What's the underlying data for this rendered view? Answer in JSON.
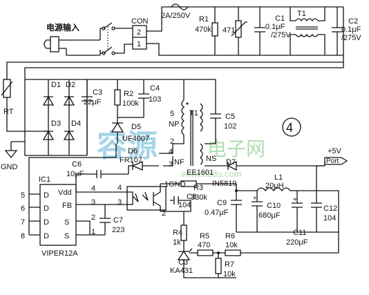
{
  "watermark": {
    "cn_big": "容源",
    "cn_net": "电子网",
    "url": "www.dzdu.com"
  },
  "labels": {
    "mains_input": "电源输入",
    "con": "CON",
    "con_pin2": "2",
    "con_pin1": "1",
    "fuse_rating": "2A/250V",
    "r1": "R1",
    "r1_value": "470k",
    "varistor": "471",
    "c1": "C1",
    "c1_value": "0.1μF",
    "c1_rating": "/275V",
    "t1_top": "T1",
    "c2": "C2",
    "c2_value": "0.1μF",
    "c2_rating": "/275V",
    "rt": "RT",
    "d1": "D1",
    "d2": "D2",
    "d3": "D3",
    "d4": "D4",
    "c3": "C3",
    "c3_value": "22μF",
    "gnd": "GND",
    "r2": "R2",
    "r2_value": "100k",
    "c4": "C4",
    "c4_value": "103",
    "d5": "D5",
    "d5_part": "UF4007",
    "t1": "T1",
    "t1_pin5": "5",
    "t1_np": "NP",
    "t1_pin2": "2",
    "t1_pin4": "4",
    "t1_pin3": "3",
    "t1_nf": "NF",
    "t1_ns": "NS",
    "t1_core": "EE1601",
    "t1_gnd": "1GND",
    "c5": "C5",
    "c5_value": "102",
    "fig_number": "4",
    "d7": "D7",
    "d7_part": "IN5819",
    "vout": "+5V",
    "port": "Port",
    "l1": "L1",
    "l1_value": "20μH",
    "c9": "C9",
    "c9_value": "0.47μF",
    "plus": "+",
    "c10": "C10",
    "c10_value": "680μF",
    "c11": "C11",
    "c11_value": "220μF",
    "c12": "C12",
    "c12_value": "104",
    "ic1": "IC1",
    "pin_d": "D",
    "pin_vdd": "Vdd",
    "pin_fb": "FB",
    "pin_s": "S",
    "p1": "1",
    "p2": "2",
    "p3": "3",
    "p4": "4",
    "p5": "5",
    "p6": "6",
    "p7": "7",
    "p8": "8",
    "ic_part": "VIPER12A",
    "c6": "C6",
    "c6_value": "10μF",
    "d6": "D6",
    "d6_part": "FR107",
    "c7": "C7",
    "c7_value": "223",
    "r3": "R3",
    "r3_value": "330k",
    "c8": "C8",
    "c8_value": "104",
    "r4": "R4",
    "r4_value": "1k",
    "c3b": "C3",
    "ka431": "KA431",
    "r5": "R5",
    "r5_value": "470",
    "r6": "R6",
    "r6_value": "10k",
    "r7": "R7",
    "r7_value": "10k"
  }
}
